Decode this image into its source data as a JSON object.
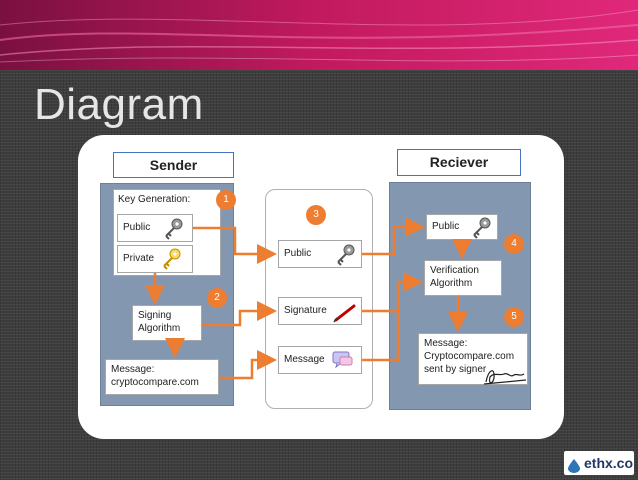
{
  "slide": {
    "title": "Diagram"
  },
  "sender": {
    "title": "Sender",
    "keygen_label": "Key Generation:",
    "public_label": "Public",
    "private_label": "Private",
    "signing_line1": "Signing",
    "signing_line2": "Algorithm",
    "message_line1": "Message:",
    "message_line2": "cryptocompare.com"
  },
  "middle": {
    "public_label": "Public",
    "signature_label": "Signature",
    "message_label": "Message"
  },
  "receiver": {
    "title": "Reciever",
    "public_label": "Public",
    "verify_line1": "Verification",
    "verify_line2": "Algorithm",
    "message_line1": "Message:",
    "message_line2": "Cryptocompare.com",
    "message_line3": "sent by signer"
  },
  "steps": [
    "1",
    "2",
    "3",
    "4",
    "5"
  ],
  "logo": {
    "text": "ethx.co"
  },
  "colors": {
    "accent": "#ed7d31",
    "panel_blue": "#8497b0",
    "header_border": "#4472c4",
    "banner": "#c0185c"
  }
}
